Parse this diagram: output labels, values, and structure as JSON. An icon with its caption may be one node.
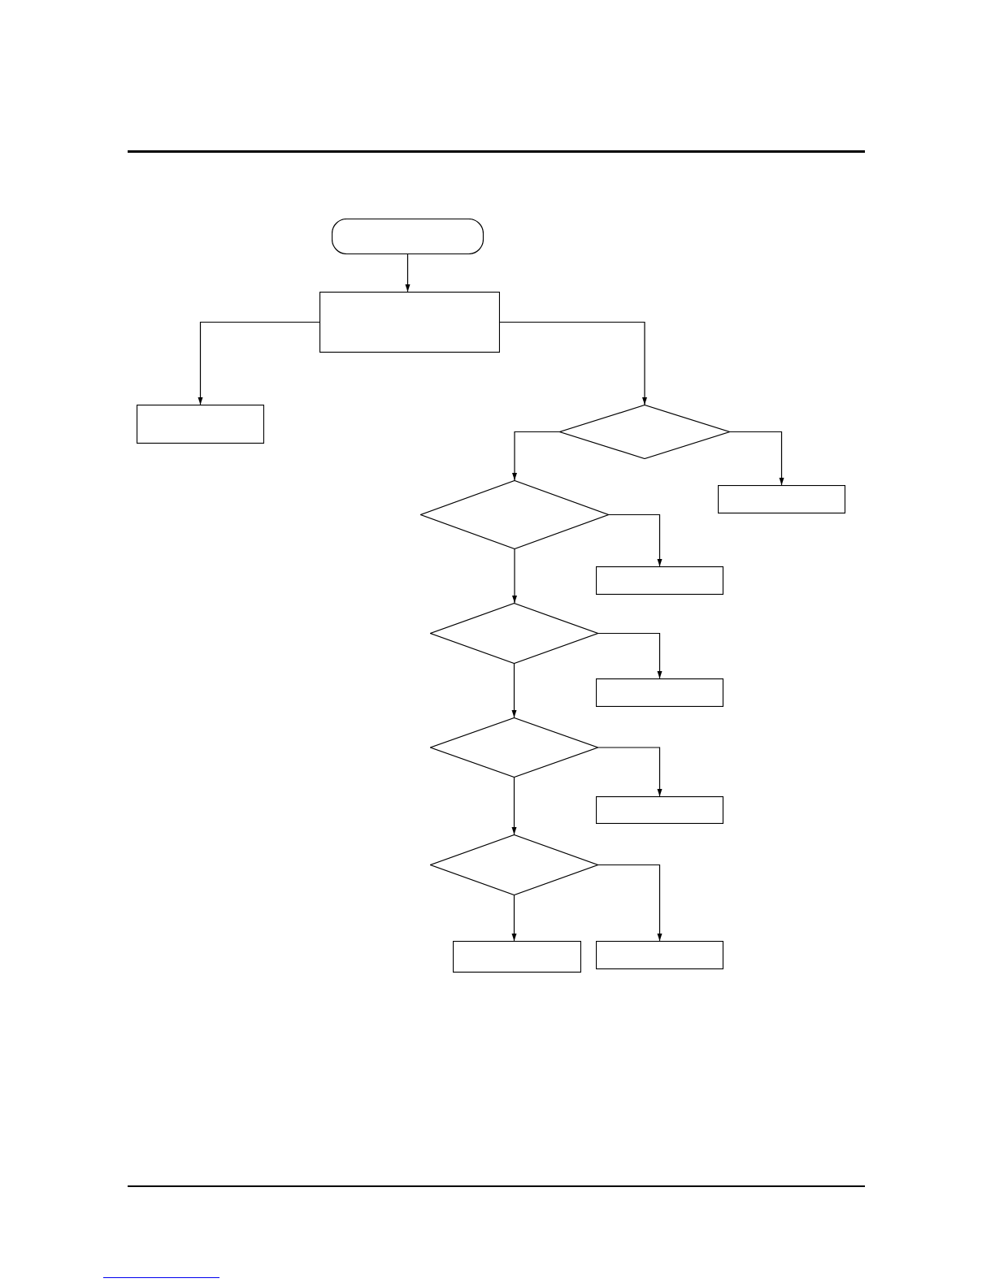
{
  "diagram": {
    "nodes": [
      {
        "text": [],
        "shape": "pill"
      },
      {
        "text": [],
        "shape": "box"
      },
      {
        "text": [],
        "shape": "box"
      },
      {
        "text": [],
        "shape": "diamond"
      },
      {
        "text": [],
        "shape": "box"
      },
      {
        "text": [],
        "shape": "diamond"
      },
      {
        "text": [],
        "shape": "box"
      },
      {
        "text": [],
        "shape": "diamond"
      },
      {
        "text": [],
        "shape": "box"
      },
      {
        "text": [],
        "shape": "diamond"
      },
      {
        "text": [],
        "shape": "box"
      },
      {
        "text": [],
        "shape": "diamond"
      },
      {
        "text": [],
        "shape": "box"
      },
      {
        "text": [],
        "shape": "box"
      }
    ],
    "edges": [
      {
        "from": 0,
        "to": 1,
        "arrow": "to"
      },
      {
        "from": 1,
        "to": 2,
        "arrow": "to"
      },
      {
        "from": 1,
        "to": 3,
        "arrow": "to"
      },
      {
        "from": 3,
        "to": 5,
        "arrow": "to"
      },
      {
        "from": 3,
        "to": 4,
        "arrow": "to"
      },
      {
        "from": 5,
        "to": 6,
        "arrow": "to"
      },
      {
        "from": 5,
        "to": 7,
        "arrow": "to"
      },
      {
        "from": 7,
        "to": 8,
        "arrow": "to"
      },
      {
        "from": 7,
        "to": 9,
        "arrow": "to"
      },
      {
        "from": 9,
        "to": 10,
        "arrow": "to"
      },
      {
        "from": 9,
        "to": 11,
        "arrow": "to"
      },
      {
        "from": 11,
        "to": 12,
        "arrow": "to"
      },
      {
        "from": 11,
        "to": 13,
        "arrow": "to"
      }
    ]
  }
}
